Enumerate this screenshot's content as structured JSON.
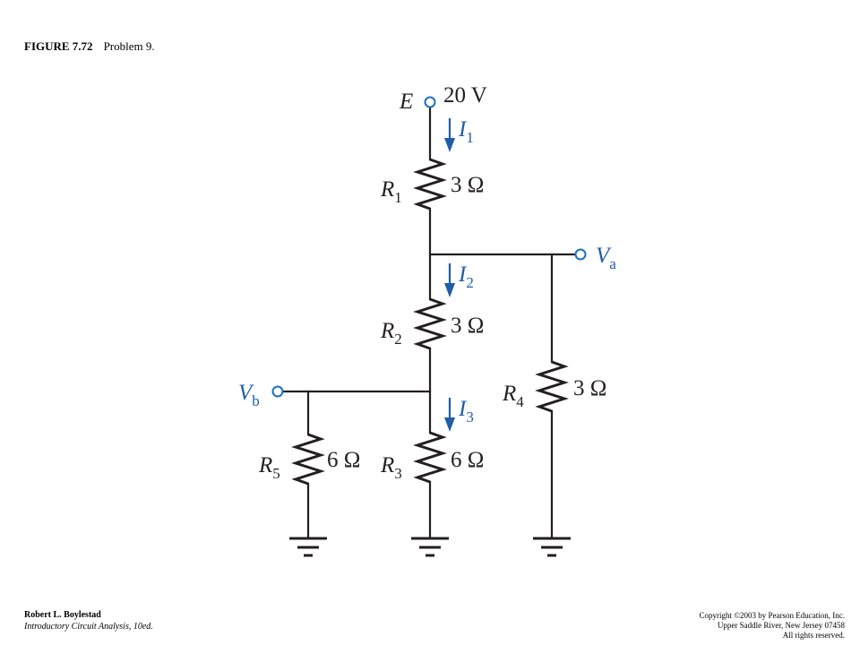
{
  "caption": {
    "figure": "FIGURE 7.72",
    "title": "Problem 9."
  },
  "circuit": {
    "source": {
      "label": "E",
      "value": "20 V"
    },
    "currents": [
      {
        "symbol": "I",
        "sub": "1"
      },
      {
        "symbol": "I",
        "sub": "2"
      },
      {
        "symbol": "I",
        "sub": "3"
      }
    ],
    "resistors": [
      {
        "symbol": "R",
        "sub": "1",
        "value": "3 Ω"
      },
      {
        "symbol": "R",
        "sub": "2",
        "value": "3 Ω"
      },
      {
        "symbol": "R",
        "sub": "3",
        "value": "6 Ω"
      },
      {
        "symbol": "R",
        "sub": "4",
        "value": "3 Ω"
      },
      {
        "symbol": "R",
        "sub": "5",
        "value": "6 Ω"
      }
    ],
    "nodes": [
      {
        "symbol": "V",
        "sub": "a"
      },
      {
        "symbol": "V",
        "sub": "b"
      }
    ]
  },
  "footer": {
    "author": "Robert L. Boylestad",
    "book": "Introductory Circuit Analysis, 10ed.",
    "copyright": "Copyright ©2003 by Pearson Education, Inc.",
    "address": "Upper Saddle River, New Jersey 07458",
    "rights": "All rights reserved."
  },
  "colors": {
    "wire": "#231f20",
    "accent": "#1f5da8",
    "background": "#ffffff"
  }
}
